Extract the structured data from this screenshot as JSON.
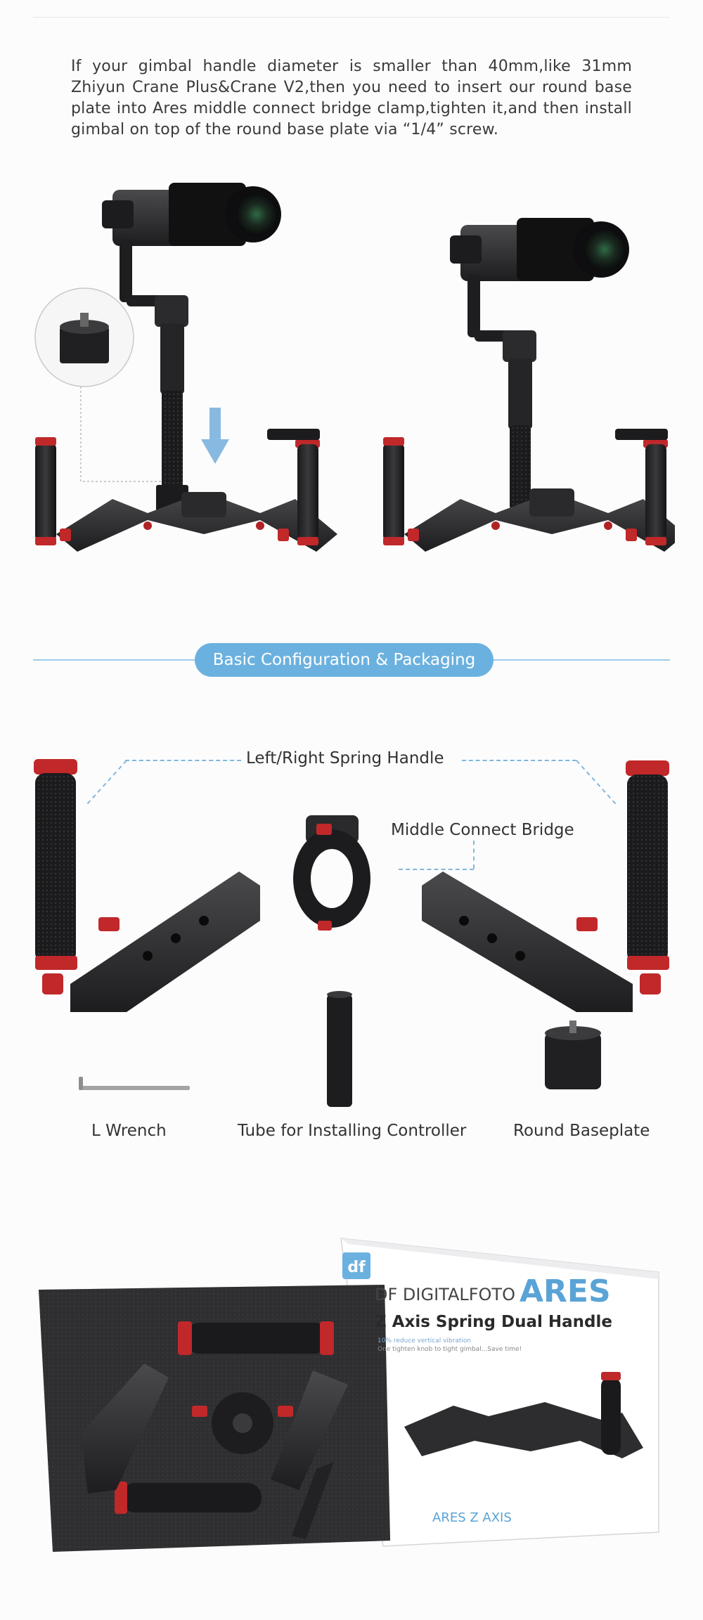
{
  "intro_text": "If your gimbal handle diameter is smaller than 40mm,like 31mm Zhiyun Crane Plus&Crane V2,then you need to insert our round base plate into Ares middle connect bridge clamp,tighten it,and then install gimbal on top of the round base plate via “1/4” screw.",
  "section_title": "Basic Configuration & Packaging",
  "labels": {
    "spring_handle": "Left/Right Spring Handle",
    "middle_bridge": "Middle Connect Bridge",
    "wrench": "L Wrench",
    "tube": "Tube for Installing Controller",
    "baseplate": "Round Baseplate"
  },
  "box_print": {
    "brand_logo": "df",
    "brand": "DF DIGITALFOTO",
    "product": "ARES",
    "subtitle": "Z Axis Spring Dual Handle",
    "tagline": "10% reduce vertical vibration",
    "tagline2": "One tighten knob to tight gimbal...Save time!",
    "bottom_name": "ARES Z AXIS"
  },
  "colors": {
    "accent_blue": "#6bb1df",
    "dash_blue": "#7fb8dc",
    "metal_dark": "#2a2a2c",
    "anodized_red": "#c0282a"
  }
}
